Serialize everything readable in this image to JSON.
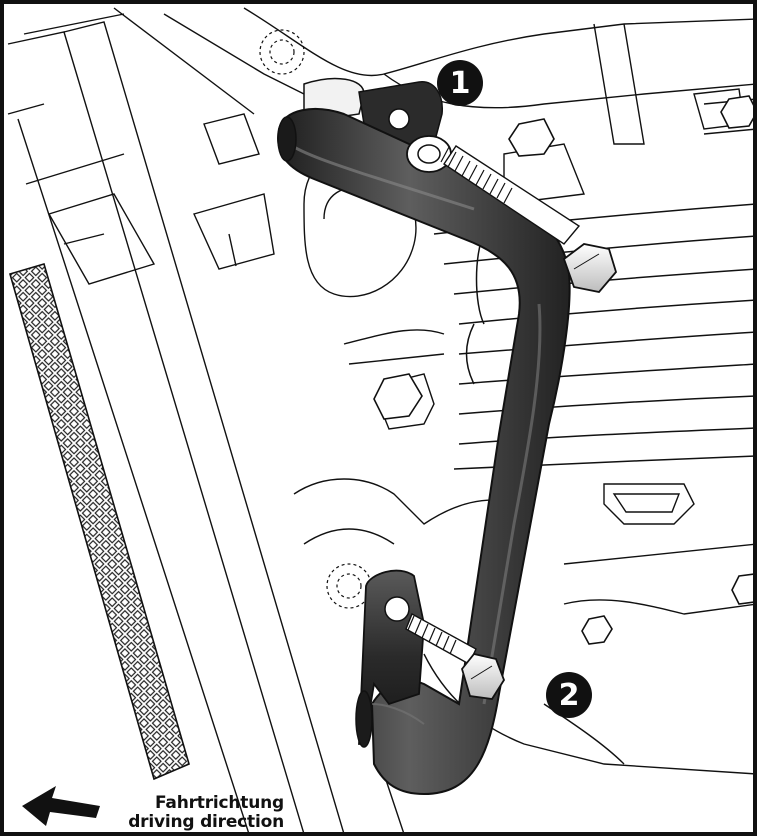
{
  "callouts": {
    "one": "1",
    "two": "2"
  },
  "direction": {
    "label_de": "Fahrtrichtung",
    "label_en": "driving direction",
    "arrow_icon": "arrow-left-icon"
  },
  "colors": {
    "line": "#111111",
    "bar": "#3a3a3a",
    "bar_highlight": "#6a6a6a",
    "bolt": "#e8e8e8",
    "background": "#ffffff"
  }
}
